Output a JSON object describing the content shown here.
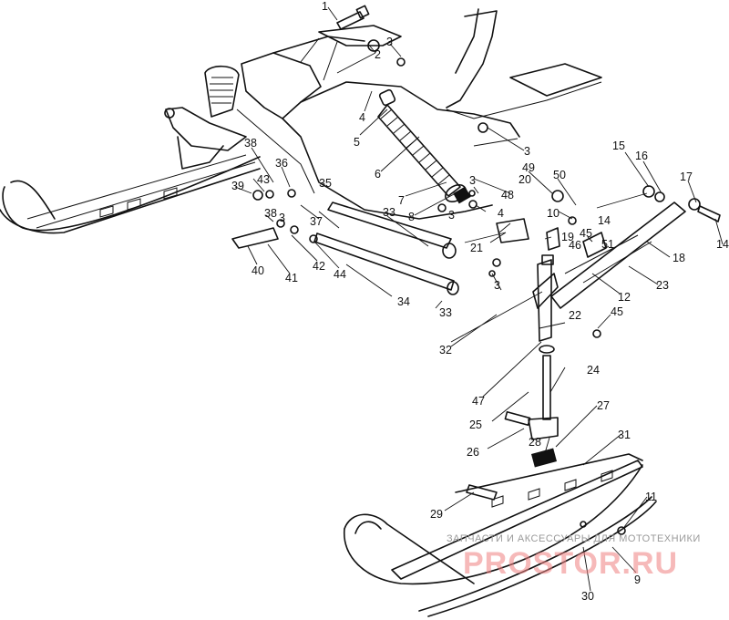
{
  "labels": [
    {
      "id": "p1",
      "text": "1"
    },
    {
      "id": "p2",
      "text": "2"
    },
    {
      "id": "p3a",
      "text": "3"
    },
    {
      "id": "p3b",
      "text": "3"
    },
    {
      "id": "p3c",
      "text": "3"
    },
    {
      "id": "p3d",
      "text": "3"
    },
    {
      "id": "p3e",
      "text": "3"
    },
    {
      "id": "p3f",
      "text": "3"
    },
    {
      "id": "p4a",
      "text": "4"
    },
    {
      "id": "p4b",
      "text": "4"
    },
    {
      "id": "p5",
      "text": "5"
    },
    {
      "id": "p6",
      "text": "6"
    },
    {
      "id": "p7",
      "text": "7"
    },
    {
      "id": "p8",
      "text": "8"
    },
    {
      "id": "p9",
      "text": "9"
    },
    {
      "id": "p10",
      "text": "10"
    },
    {
      "id": "p11",
      "text": "11"
    },
    {
      "id": "p12",
      "text": "12"
    },
    {
      "id": "p14a",
      "text": "14"
    },
    {
      "id": "p14b",
      "text": "14"
    },
    {
      "id": "p15",
      "text": "15"
    },
    {
      "id": "p16",
      "text": "16"
    },
    {
      "id": "p17",
      "text": "17"
    },
    {
      "id": "p18",
      "text": "18"
    },
    {
      "id": "p19",
      "text": "19"
    },
    {
      "id": "p20",
      "text": "20"
    },
    {
      "id": "p21",
      "text": "21"
    },
    {
      "id": "p22",
      "text": "22"
    },
    {
      "id": "p23",
      "text": "23"
    },
    {
      "id": "p24",
      "text": "24"
    },
    {
      "id": "p25",
      "text": "25"
    },
    {
      "id": "p26",
      "text": "26"
    },
    {
      "id": "p27",
      "text": "27"
    },
    {
      "id": "p28",
      "text": "28"
    },
    {
      "id": "p29",
      "text": "29"
    },
    {
      "id": "p30",
      "text": "30"
    },
    {
      "id": "p31",
      "text": "31"
    },
    {
      "id": "p32",
      "text": "32"
    },
    {
      "id": "p33a",
      "text": "33"
    },
    {
      "id": "p33b",
      "text": "33"
    },
    {
      "id": "p34",
      "text": "34"
    },
    {
      "id": "p35",
      "text": "35"
    },
    {
      "id": "p36",
      "text": "36"
    },
    {
      "id": "p37",
      "text": "37"
    },
    {
      "id": "p38a",
      "text": "38"
    },
    {
      "id": "p38b",
      "text": "38"
    },
    {
      "id": "p39",
      "text": "39"
    },
    {
      "id": "p40",
      "text": "40"
    },
    {
      "id": "p41",
      "text": "41"
    },
    {
      "id": "p42",
      "text": "42"
    },
    {
      "id": "p43",
      "text": "43"
    },
    {
      "id": "p44",
      "text": "44"
    },
    {
      "id": "p45a",
      "text": "45"
    },
    {
      "id": "p45b",
      "text": "45"
    },
    {
      "id": "p46",
      "text": "46"
    },
    {
      "id": "p47",
      "text": "47"
    },
    {
      "id": "p48",
      "text": "48"
    },
    {
      "id": "p49",
      "text": "49"
    },
    {
      "id": "p50",
      "text": "50"
    },
    {
      "id": "p51",
      "text": "51"
    }
  ],
  "watermark": {
    "small": "ЗАПЧАСТИ И АКСЕССУАРЫ ДЛЯ МОТОТЕХНИКИ",
    "big": "PROSTOR.RU"
  }
}
